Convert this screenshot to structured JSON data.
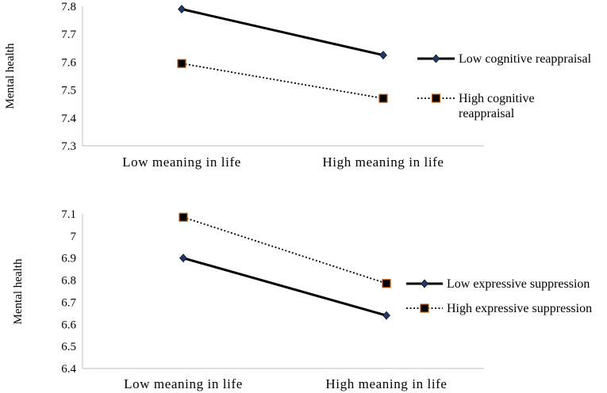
{
  "chart_data": [
    {
      "type": "line",
      "categories": [
        "Low meaning in life",
        "High meaning in life"
      ],
      "ylabel": "Mental health",
      "xlabel": "",
      "ylim": [
        7.3,
        7.8
      ],
      "yticks": [
        "7.3",
        "7.4",
        "7.5",
        "7.6",
        "7.7",
        "7.8"
      ],
      "grid": false,
      "legend_position": "right",
      "series": [
        {
          "name": "Low cognitive reappraisal",
          "legend_lines": [
            "Low cognitive reappraisal"
          ],
          "values": [
            7.79,
            7.625
          ],
          "line_style": "solid",
          "marker": "diamond",
          "color": "#000000",
          "marker_color": "#1f3864"
        },
        {
          "name": "High cognitive reappraisal",
          "legend_lines": [
            "High cognitive",
            "reappraisal"
          ],
          "values": [
            7.595,
            7.47
          ],
          "line_style": "dotted",
          "marker": "square",
          "color": "#000000",
          "marker_color": "#000000",
          "marker_edge": "#c55a11"
        }
      ]
    },
    {
      "type": "line",
      "categories": [
        "Low meaning in life",
        "High meaning in life"
      ],
      "ylabel": "Mental health",
      "xlabel": "",
      "ylim": [
        6.4,
        7.1
      ],
      "yticks": [
        "6.4",
        "6.5",
        "6.6",
        "6.7",
        "6.8",
        "6.9",
        "7",
        "7.1"
      ],
      "grid": false,
      "legend_position": "right",
      "series": [
        {
          "name": "Low expressive suppression",
          "legend_lines": [
            "Low expressive suppression"
          ],
          "values": [
            6.9,
            6.64
          ],
          "line_style": "solid",
          "marker": "diamond",
          "color": "#000000",
          "marker_color": "#1f3864"
        },
        {
          "name": "High expressive suppression",
          "legend_lines": [
            "High expressive suppression"
          ],
          "values": [
            7.085,
            6.785
          ],
          "line_style": "dotted",
          "marker": "square",
          "color": "#000000",
          "marker_color": "#000000",
          "marker_edge": "#c55a11"
        }
      ]
    }
  ]
}
